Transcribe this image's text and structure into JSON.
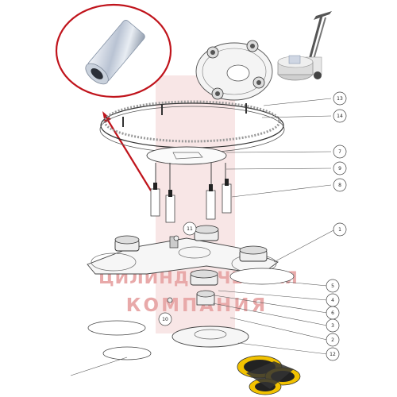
{
  "watermark": {
    "line1": "ЦИЛИНДРИЧЕСКАЯ",
    "line2": "КОМПАНИЯ",
    "color": "#e8a9a9"
  },
  "callouts": [
    {
      "id": "13",
      "label": "13"
    },
    {
      "id": "14",
      "label": "14"
    },
    {
      "id": "7",
      "label": "7"
    },
    {
      "id": "9",
      "label": "9"
    },
    {
      "id": "8",
      "label": "8"
    },
    {
      "id": "11",
      "label": "11"
    },
    {
      "id": "1",
      "label": "1"
    },
    {
      "id": "5",
      "label": "5"
    },
    {
      "id": "4",
      "label": "4"
    },
    {
      "id": "6",
      "label": "6"
    },
    {
      "id": "3",
      "label": "3"
    },
    {
      "id": "10",
      "label": "10"
    },
    {
      "id": "2",
      "label": "2"
    },
    {
      "id": "12",
      "label": "12"
    }
  ],
  "colors": {
    "highlight_red": "#c0141c",
    "line": "#444444",
    "pad_yellow": "#f2c200"
  }
}
